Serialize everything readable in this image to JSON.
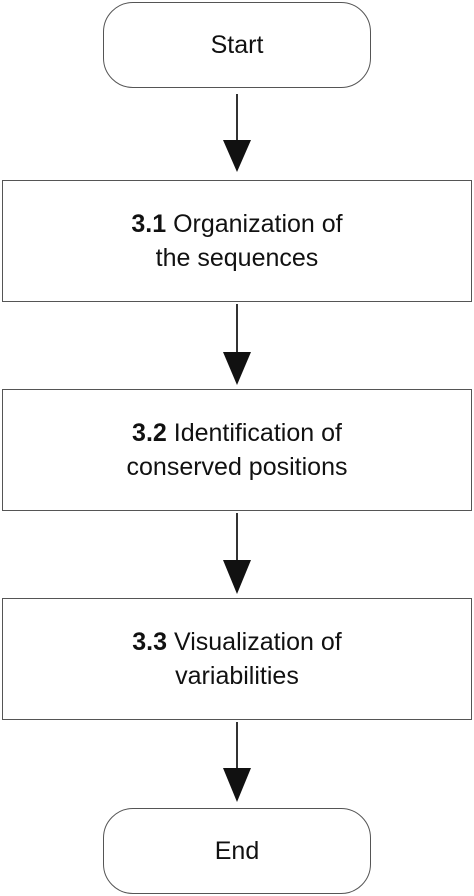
{
  "diagram": {
    "start": {
      "label": "Start"
    },
    "steps": [
      {
        "number": "3.1",
        "line1": "Organization of",
        "line2": "the sequences"
      },
      {
        "number": "3.2",
        "line1": "Identification of",
        "line2": "conserved positions"
      },
      {
        "number": "3.3",
        "line1": "Visualization of",
        "line2": "variabilities"
      }
    ],
    "end": {
      "label": "End"
    },
    "colors": {
      "border": "#555555",
      "line": "#333333",
      "arrowhead": "#111111",
      "text": "#111111"
    }
  }
}
